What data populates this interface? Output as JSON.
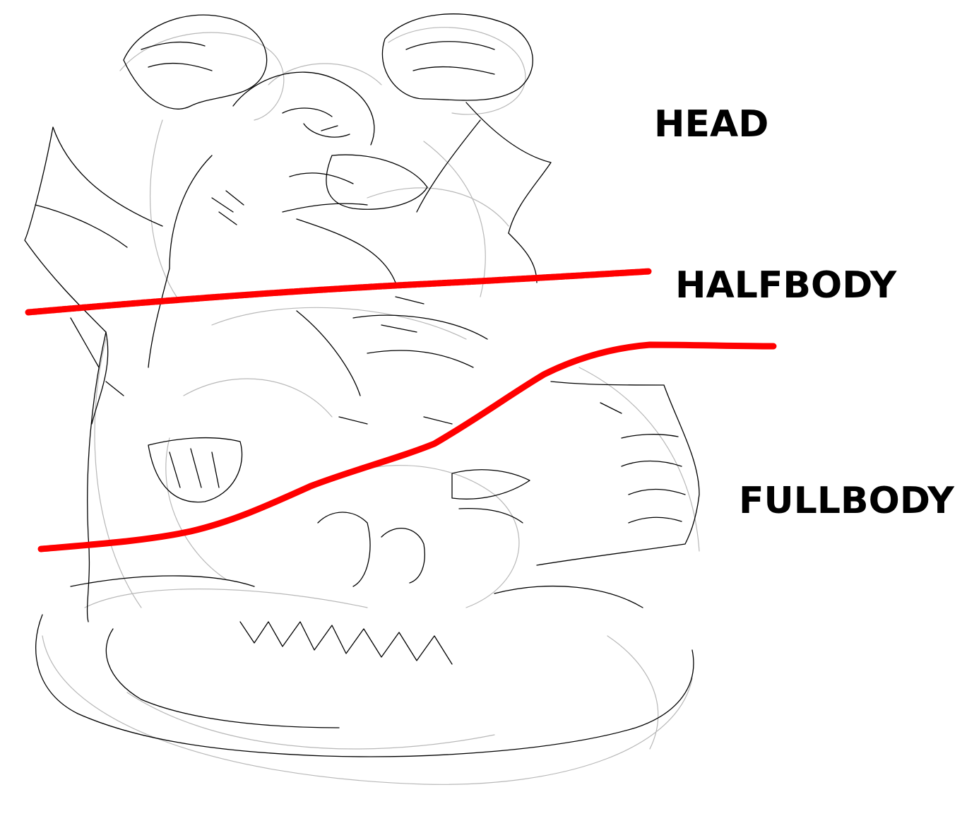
{
  "labels": {
    "head": "HEAD",
    "halfbody": "HALFBODY",
    "fullbody": "FULLBODY"
  },
  "colors": {
    "background": "#ffffff",
    "ink": "#000000",
    "sketch_light": "#b8b8b8",
    "line_accent": "#ff0000"
  }
}
